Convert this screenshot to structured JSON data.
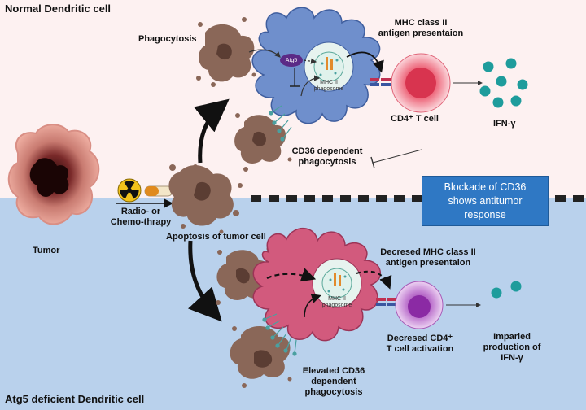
{
  "top_panel": {
    "title": "Normal Dendritic cell",
    "phagocytosis": "Phagocytosis",
    "mhc_title_line1": "MHC class II",
    "mhc_title_line2": "antigen presentaion",
    "atg5": "Atg5",
    "phagosome_line1": "MHC II",
    "phagosome_line2": "phagosome",
    "cd4_tcell": "CD4⁺ T cell",
    "ifn": "IFN-γ",
    "cd36_line1": "CD36 dependent",
    "cd36_line2": "phagocytosis"
  },
  "middle": {
    "tumor": "Tumor",
    "therapy_line1": "Radio- or",
    "therapy_line2": "Chemo-thrapy",
    "apoptosis": "Apoptosis of tumor cell",
    "blockade_line1": "Blockade of CD36",
    "blockade_line2": "shows antitumor",
    "blockade_line3": "response"
  },
  "bottom_panel": {
    "title": "Atg5 deficient Dendritic cell",
    "decreased_mhc_line1": "Decresed MHC class II",
    "decreased_mhc_line2": "antigen presentaion",
    "phagosome_line1": "MHC II",
    "phagosome_line2": "phagosome",
    "decreased_cd4_line1": "Decresed CD4⁺",
    "decreased_cd4_line2": "T cell activation",
    "impaired_line1": "Imparied",
    "impaired_line2": "production of",
    "impaired_line3": "IFN-γ",
    "elevated_line1": "Elevated CD36",
    "elevated_line2": "dependent",
    "elevated_line3": "phagocytosis"
  },
  "colors": {
    "top_bg": "#fdf1f1",
    "bottom_bg": "#b9d1ec",
    "normal_dc": "#6f8fcc",
    "deficient_dc": "#d25a7d",
    "cd4_cell": "#f06b7a",
    "weak_cd4_cell": "#b567c2",
    "ifn_dot": "#1e9c9c",
    "tumor_debris": "#8a6758",
    "blockade_box": "#2f78c4"
  }
}
